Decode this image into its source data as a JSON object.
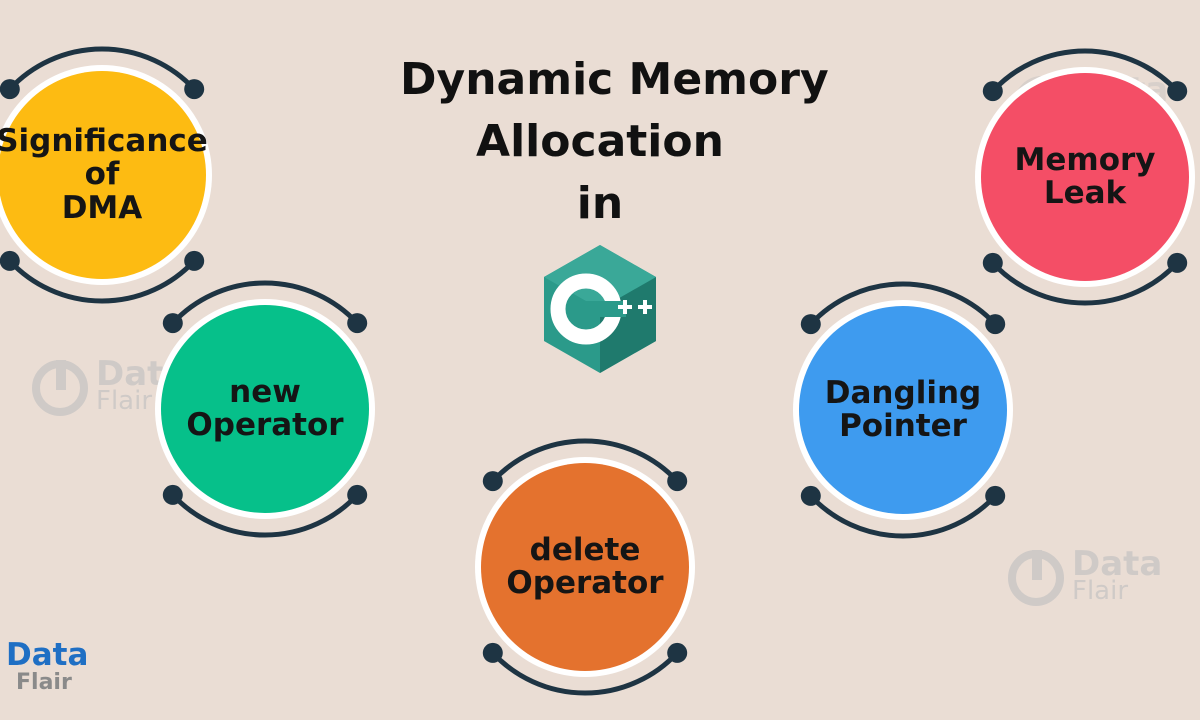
{
  "title": {
    "line1": "Dynamic Memory",
    "line2": "Allocation",
    "line3": "in"
  },
  "logo": {
    "glyph": "C",
    "suffix": "++",
    "icon": "cpp-hexagon-icon"
  },
  "nodes": [
    {
      "key": "significance",
      "lines": [
        "Significance",
        "of",
        "DMA"
      ],
      "color": "#fdbb12"
    },
    {
      "key": "new",
      "lines": [
        "new",
        "Operator"
      ],
      "color": "#06c08a"
    },
    {
      "key": "delete",
      "lines": [
        "delete",
        "Operator"
      ],
      "color": "#e4722e"
    },
    {
      "key": "dangling",
      "lines": [
        "Dangling",
        "Pointer"
      ],
      "color": "#3e9bef"
    },
    {
      "key": "leak",
      "lines": [
        "Memory",
        "Leak"
      ],
      "color": "#f44e66"
    }
  ],
  "watermark": {
    "line1": "Data",
    "line2": "Flair"
  },
  "brand": {
    "line1": "Data",
    "line2": "Flair"
  },
  "colors": {
    "background": "#eaddd4",
    "arc": "#1e3443",
    "ring": "#ffffff",
    "title": "#111111",
    "brand_blue": "#1f6fc4",
    "brand_grey": "#8a8a8a",
    "watermark": "#8a9aa6"
  }
}
